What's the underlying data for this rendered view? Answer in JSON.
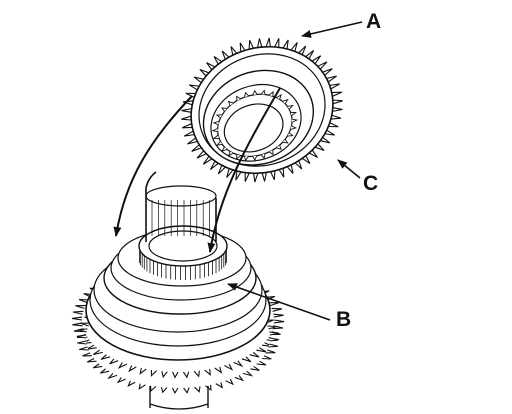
{
  "diagram": {
    "callouts": {
      "a": "A",
      "b": "B",
      "c": "C"
    },
    "colors": {
      "ink": "#111111",
      "paper": "#ffffff"
    }
  }
}
